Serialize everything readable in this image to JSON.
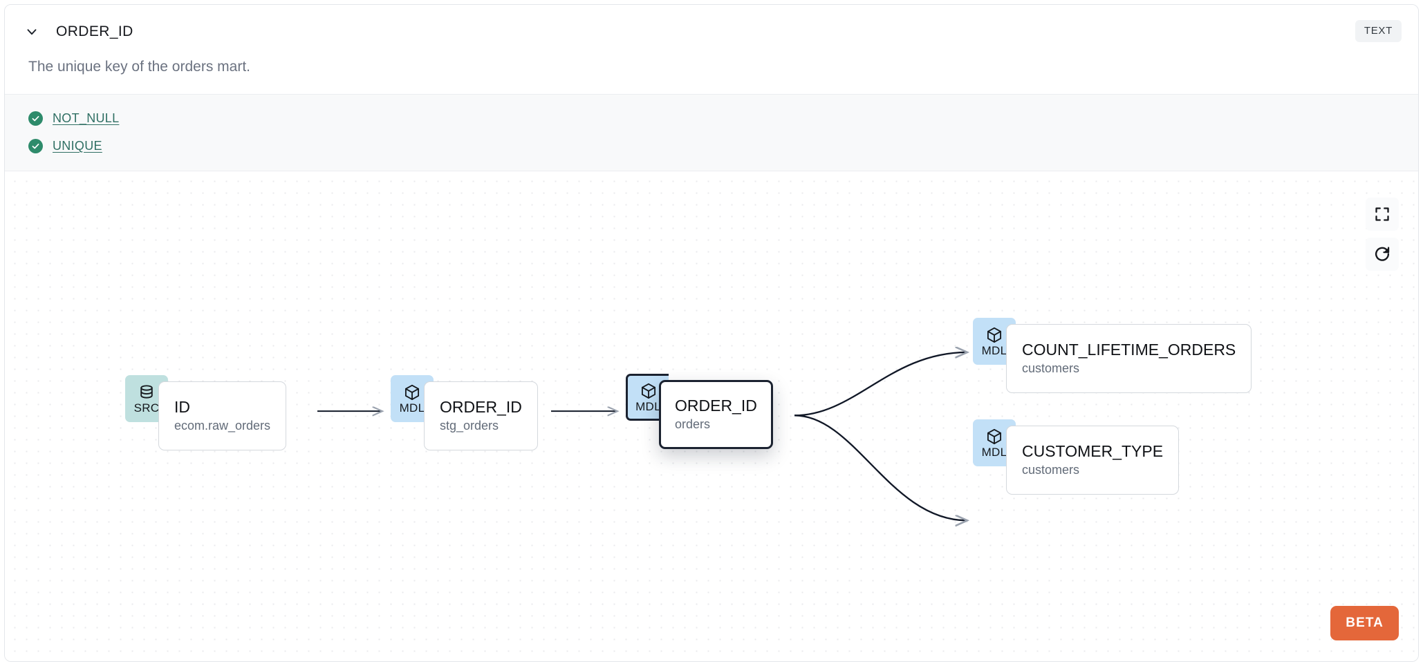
{
  "header": {
    "collapse_icon": "chevron-down-icon",
    "column_name": "ORDER_ID",
    "data_type_badge": "TEXT",
    "description": "The unique key of the orders mart."
  },
  "tests": [
    {
      "icon": "check-circle-icon",
      "label": "NOT_NULL",
      "status": "passed"
    },
    {
      "icon": "check-circle-icon",
      "label": "UNIQUE",
      "status": "passed"
    }
  ],
  "lineage": {
    "controls": [
      {
        "icon": "fit-to-screen-icon",
        "name": "fit-view-button"
      },
      {
        "icon": "refresh-icon",
        "name": "refresh-button"
      }
    ],
    "beta_badge": "BETA",
    "nodes": [
      {
        "id": "src-id",
        "badge_type": "SRC",
        "badge_icon": "database-icon",
        "name": "ID",
        "source": "ecom.raw_orders",
        "selected": false
      },
      {
        "id": "mdl-stg-order-id",
        "badge_type": "MDL",
        "badge_icon": "cube-icon",
        "name": "ORDER_ID",
        "source": "stg_orders",
        "selected": false
      },
      {
        "id": "mdl-orders-order-id",
        "badge_type": "MDL",
        "badge_icon": "cube-icon",
        "name": "ORDER_ID",
        "source": "orders",
        "selected": true
      },
      {
        "id": "mdl-count-lifetime-orders",
        "badge_type": "MDL",
        "badge_icon": "cube-icon",
        "name": "COUNT_LIFETIME_ORDERS",
        "source": "customers",
        "selected": false
      },
      {
        "id": "mdl-customer-type",
        "badge_type": "MDL",
        "badge_icon": "cube-icon",
        "name": "CUSTOMER_TYPE",
        "source": "customers",
        "selected": false
      }
    ],
    "edges": [
      {
        "from": "src-id",
        "to": "mdl-stg-order-id"
      },
      {
        "from": "mdl-stg-order-id",
        "to": "mdl-orders-order-id"
      },
      {
        "from": "mdl-orders-order-id",
        "to": "mdl-count-lifetime-orders"
      },
      {
        "from": "mdl-orders-order-id",
        "to": "mdl-customer-type"
      }
    ]
  },
  "colors": {
    "src_badge": "#bfe0df",
    "mdl_badge": "#c2e0f7",
    "test_pass": "#2e8b6b",
    "test_link": "#2f6f63",
    "beta": "#e4673a",
    "selected_border": "#1b2230",
    "tests_background": "#f8f9fa"
  }
}
